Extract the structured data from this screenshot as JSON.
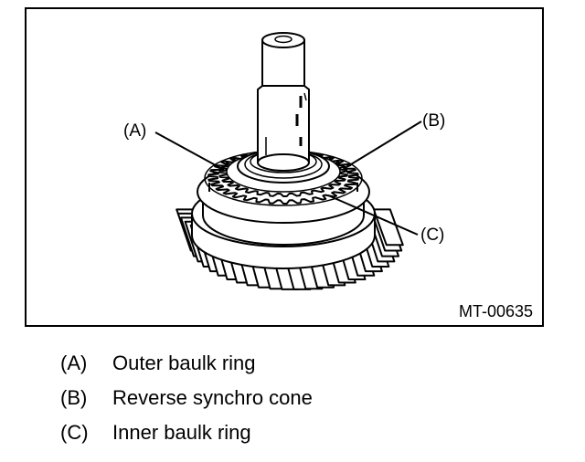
{
  "figure": {
    "id": "MT-00635",
    "callouts": {
      "a": "(A)",
      "b": "(B)",
      "c": "(C)"
    }
  },
  "legend": [
    {
      "key": "(A)",
      "text": "Outer baulk ring"
    },
    {
      "key": "(B)",
      "text": "Reverse synchro cone"
    },
    {
      "key": "(C)",
      "text": "Inner baulk ring"
    }
  ]
}
